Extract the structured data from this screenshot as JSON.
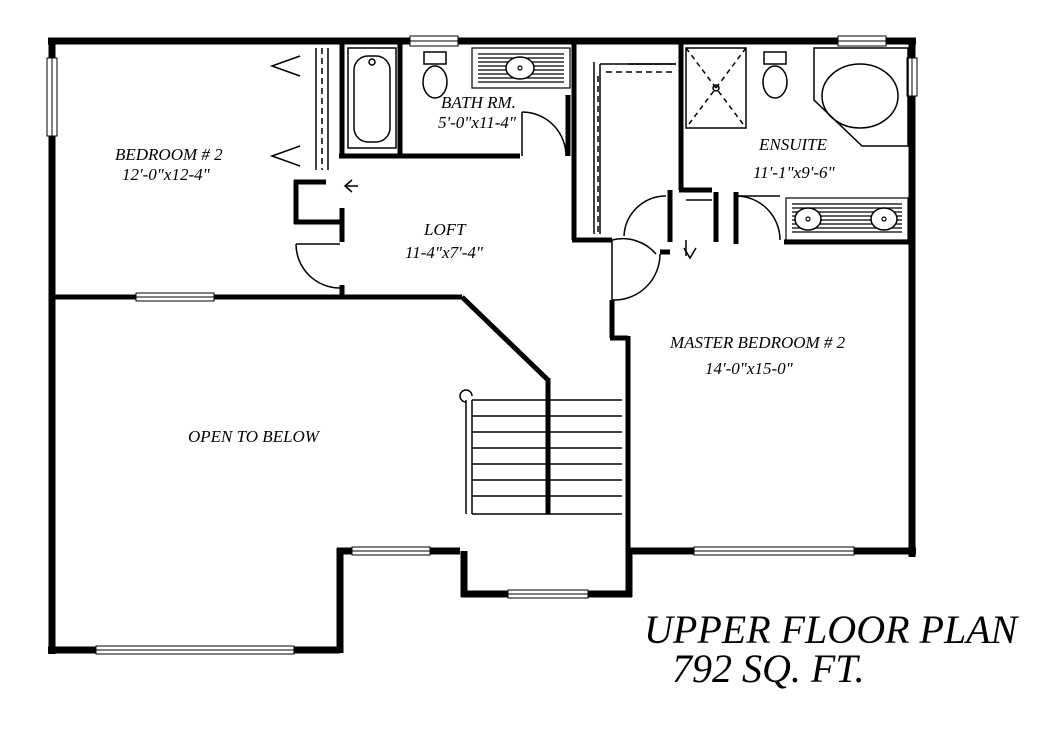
{
  "plan": {
    "title": "UPPER FLOOR PLAN",
    "area": "792 SQ. FT."
  },
  "rooms": {
    "bedroom2": {
      "name": "BEDROOM # 2",
      "size": "12'-0\"x12-4\""
    },
    "bath": {
      "name": "BATH RM.",
      "size": "5'-0\"x11-4\""
    },
    "ensuite": {
      "name": "ENSUITE",
      "size": "11'-1\"x9'-6\""
    },
    "loft": {
      "name": "LOFT",
      "size": "11-4\"x7'-4\""
    },
    "master": {
      "name": "MASTER BEDROOM # 2",
      "size": "14'-0\"x15-0\""
    },
    "open": {
      "name": "OPEN TO BELOW"
    }
  }
}
